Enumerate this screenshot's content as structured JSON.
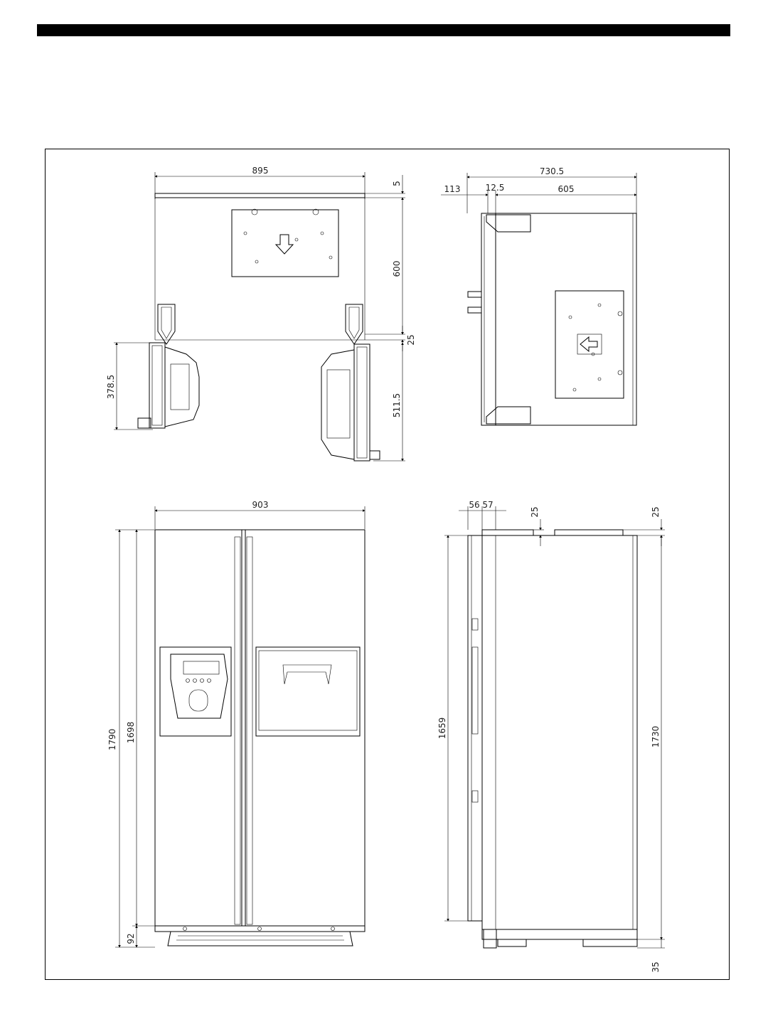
{
  "dimensions": {
    "top_view": {
      "width": "895",
      "offset_top": "5",
      "depth": "600",
      "hinge_gap": "25",
      "left_door_swing": "378.5",
      "right_door_swing": "511.5"
    },
    "side_top_view": {
      "total_depth": "730.5",
      "door_offset": "113",
      "hinge_offset": "12.5",
      "body_depth": "605"
    },
    "front_view": {
      "width": "903",
      "total_height": "1790",
      "body_height": "1698",
      "base_height": "92"
    },
    "side_view": {
      "door_depth_a": "56",
      "door_depth_b": "57",
      "hinge_cap_a": "25",
      "hinge_cap_b": "25",
      "door_height": "1659",
      "cabinet_height": "1730",
      "leg_height": "35"
    }
  },
  "colors": {
    "line": "#000000",
    "background": "#ffffff"
  }
}
